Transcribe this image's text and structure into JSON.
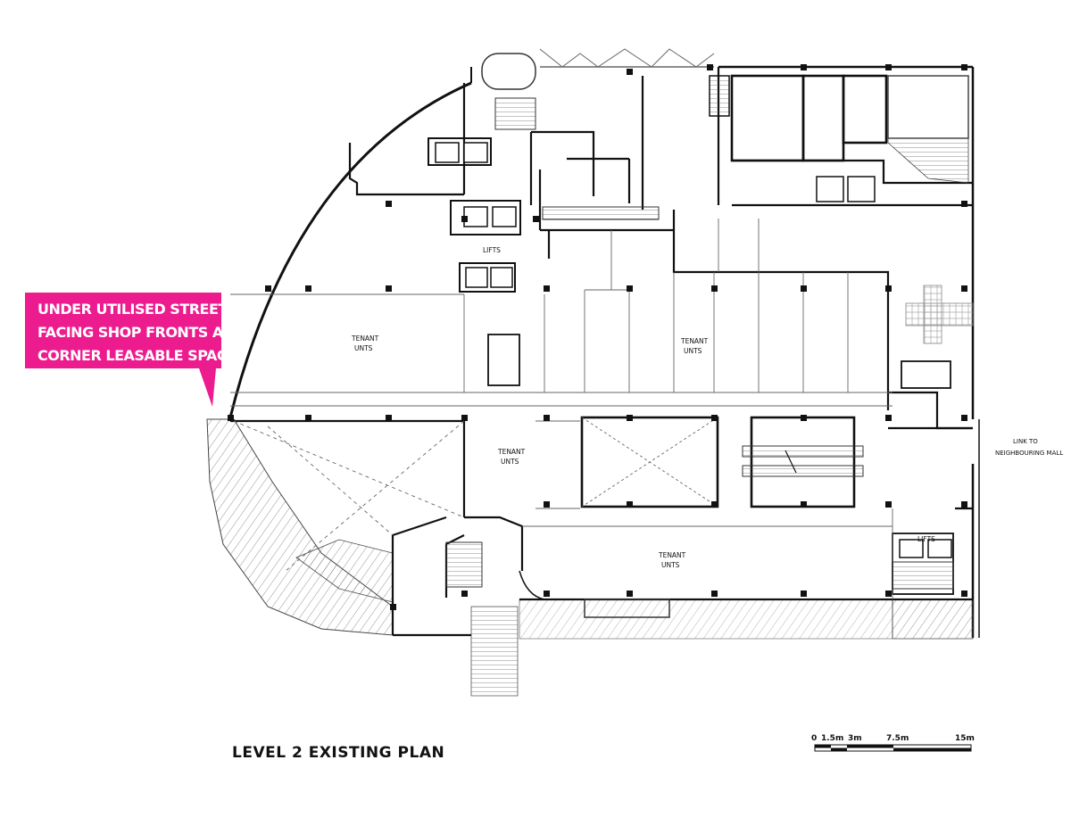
{
  "callout": {
    "lines": [
      "UNDER UTILISED STREET",
      "FACING SHOP FRONTS AND",
      "CORNER LEASABLE SPACE"
    ],
    "color": "#ec1c8f"
  },
  "rooms": {
    "tenant_nw": [
      "TENANT",
      "UNTS"
    ],
    "tenant_ne": [
      "TENANT",
      "UNTS"
    ],
    "tenant_center": [
      "TENANT",
      "UNTS"
    ],
    "tenant_south": [
      "TENANT",
      "UNTS"
    ],
    "lifts_upper": "LIFTS",
    "lifts_lower": "LIFTS"
  },
  "link_label": [
    "LINK TO",
    "NEIGHBOURING MALL"
  ],
  "plan_title": "LEVEL 2 EXISTING PLAN",
  "scale_bar": {
    "ticks": [
      "0",
      "1.5m",
      "3m",
      "7.5m",
      "15m"
    ]
  }
}
